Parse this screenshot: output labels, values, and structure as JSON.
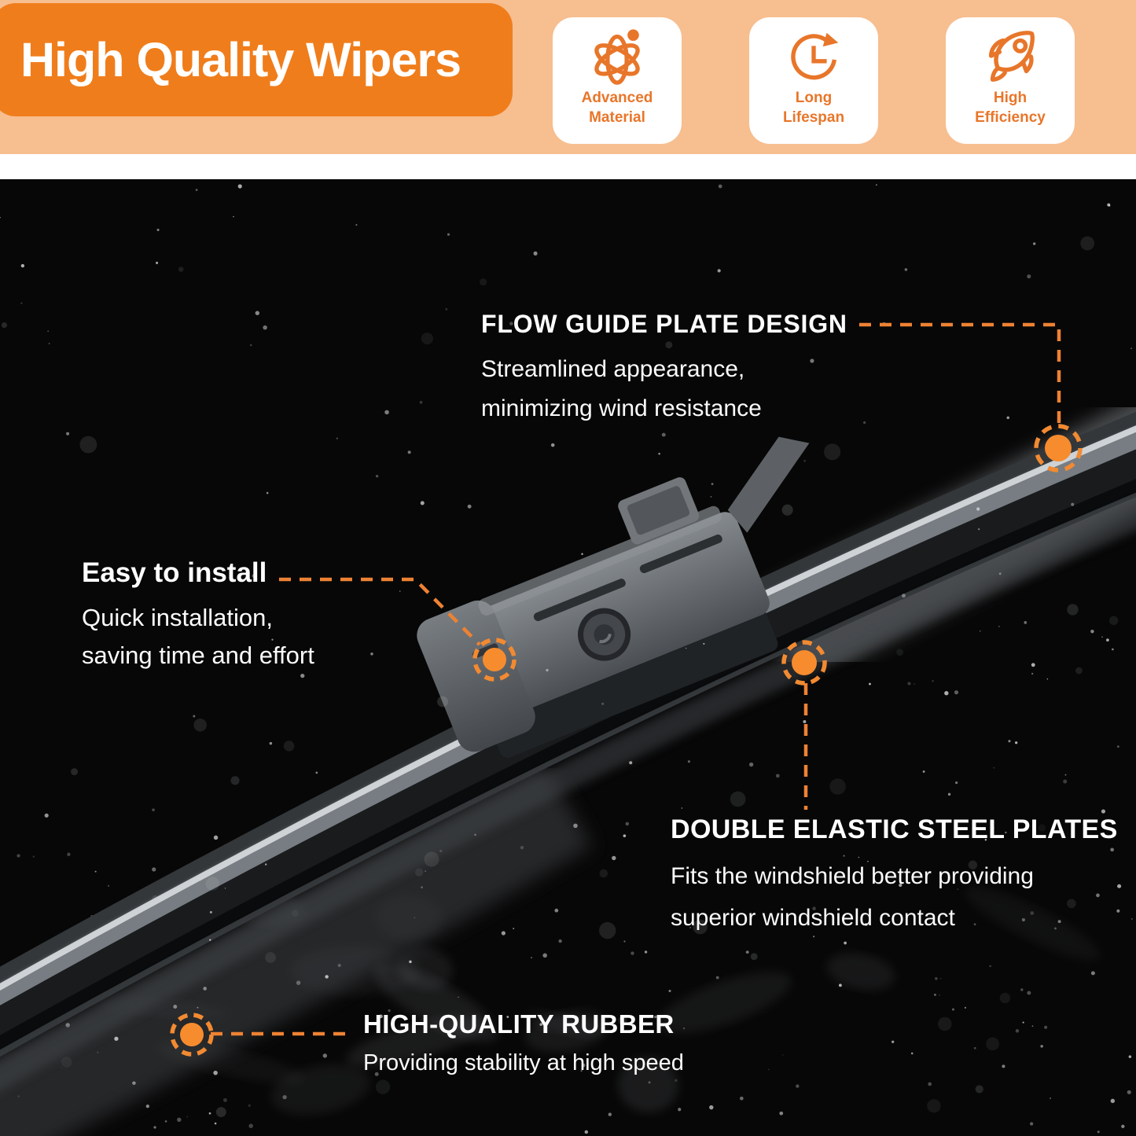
{
  "banner": {
    "title": "High Quality Wipers"
  },
  "feature_cards": [
    {
      "icon": "atom-icon",
      "line1": "Advanced",
      "line2": "Material"
    },
    {
      "icon": "clock-history-icon",
      "line1": "Long",
      "line2": "Lifespan"
    },
    {
      "icon": "rocket-icon",
      "line1": "High",
      "line2": "Efficiency"
    }
  ],
  "callouts": {
    "flow_guide": {
      "title": "FLOW GUIDE PLATE DESIGN",
      "line1": "Streamlined appearance,",
      "line2": "minimizing wind resistance"
    },
    "easy_install": {
      "title": "Easy to install",
      "line1": "Quick installation,",
      "line2": "saving time and effort"
    },
    "steel_plates": {
      "title": "DOUBLE ELASTIC STEEL PLATES",
      "line1": "Fits the windshield better providing",
      "line2": "superior windshield contact"
    },
    "rubber": {
      "title": "HIGH-QUALITY RUBBER",
      "line1": "Providing stability at high speed"
    }
  },
  "colors": {
    "banner_orange": "#F07D1B",
    "strip_orange": "#F7BE8F",
    "accent_orange": "#E8762A",
    "marker_orange": "#F78C2E",
    "leader_orange": "#EE8233",
    "photo_black": "#070707",
    "text_white": "#FFFFFF"
  }
}
